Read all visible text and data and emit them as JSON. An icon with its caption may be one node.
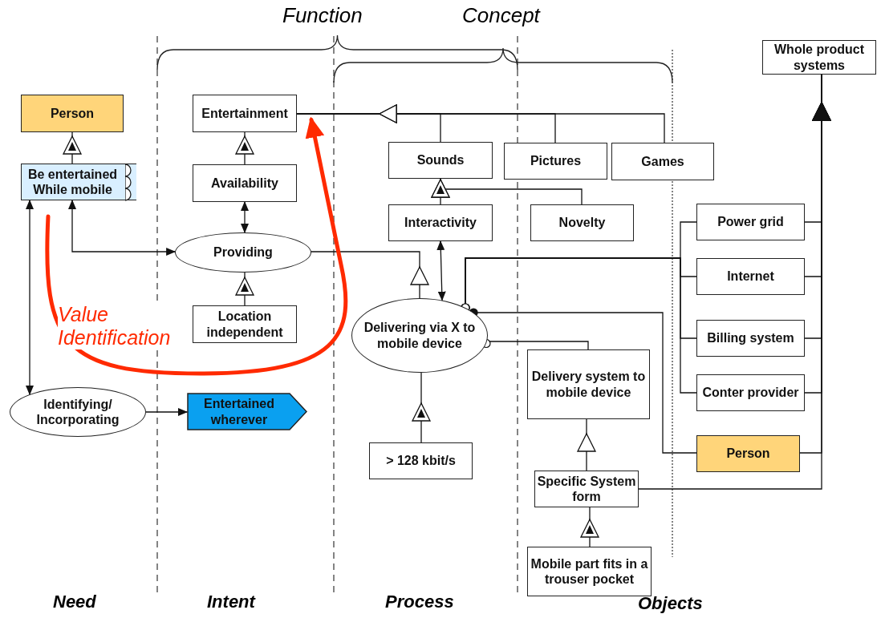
{
  "diagram": {
    "nodes": [
      {
        "text": [
          "Whole product systems"
        ]
      },
      {
        "text": [
          "Person"
        ]
      },
      {
        "text": [
          "Be entertained While mobile"
        ]
      },
      {
        "text": [
          "Entertainment"
        ]
      },
      {
        "text": [
          "Availability"
        ]
      },
      {
        "text": [
          "Providing"
        ]
      },
      {
        "text": [
          "Location independent"
        ]
      },
      {
        "text": [
          "Identifying/ Incorporating"
        ]
      },
      {
        "text": [
          "Entertained wherever"
        ]
      },
      {
        "text": [
          "Sounds"
        ]
      },
      {
        "text": [
          "Pictures"
        ]
      },
      {
        "text": [
          "Games"
        ]
      },
      {
        "text": [
          "Interactivity"
        ]
      },
      {
        "text": [
          "Novelty"
        ]
      },
      {
        "text": [
          "Power grid"
        ]
      },
      {
        "text": [
          "Internet"
        ]
      },
      {
        "text": [
          "Delivering via X to mobile device"
        ]
      },
      {
        "text": [
          "Billing system"
        ]
      },
      {
        "text": [
          "Delivery system to mobile device"
        ]
      },
      {
        "text": [
          "Conter provider"
        ]
      },
      {
        "text": [
          "Person"
        ]
      },
      {
        "text": [
          "> 128 kbit/s"
        ]
      },
      {
        "text": [
          "Specific System form"
        ]
      },
      {
        "text": [
          "Mobile part fits in a trouser pocket"
        ]
      }
    ],
    "edges": [
      {
        "from": 2,
        "to": 1,
        "arrow": "to"
      },
      {
        "from": 4,
        "to": 3,
        "arrow": "to"
      },
      {
        "from": 4,
        "to": 5,
        "arrow": "both"
      },
      {
        "from": 6,
        "to": 5,
        "arrow": "to"
      },
      {
        "from": 2,
        "to": 5,
        "arrow": "both"
      },
      {
        "from": 2,
        "to": 7,
        "arrow": "both"
      },
      {
        "from": 7,
        "to": 8,
        "arrow": "to"
      },
      {
        "from": 9,
        "to": 3,
        "arrow": "to"
      },
      {
        "from": 10,
        "to": 3,
        "arrow": "to"
      },
      {
        "from": 11,
        "to": 3,
        "arrow": "to"
      },
      {
        "from": 12,
        "to": 9,
        "arrow": "to"
      },
      {
        "from": 13,
        "to": 9,
        "arrow": "to"
      },
      {
        "from": 12,
        "to": 16,
        "arrow": "both"
      },
      {
        "from": 16,
        "to": 5,
        "arrow": "to"
      },
      {
        "from": 21,
        "to": 16,
        "arrow": "to"
      },
      {
        "from": 14,
        "to": 16,
        "arrow": "other"
      },
      {
        "from": 15,
        "to": 16,
        "arrow": "other"
      },
      {
        "from": 17,
        "to": 16,
        "arrow": "other"
      },
      {
        "from": 19,
        "to": 16,
        "arrow": "other"
      },
      {
        "from": 20,
        "to": 16,
        "arrow": "other"
      },
      {
        "from": 18,
        "to": 16,
        "arrow": "other"
      },
      {
        "from": 22,
        "to": 18,
        "arrow": "to"
      },
      {
        "from": 23,
        "to": 22,
        "arrow": "to"
      },
      {
        "from": 14,
        "to": 0,
        "arrow": "to"
      },
      {
        "from": 15,
        "to": 0,
        "arrow": "to"
      },
      {
        "from": 17,
        "to": 0,
        "arrow": "to"
      },
      {
        "from": 19,
        "to": 0,
        "arrow": "to"
      },
      {
        "from": 20,
        "to": 0,
        "arrow": "to"
      },
      {
        "from": 22,
        "to": 0,
        "arrow": "to"
      },
      {
        "from": 2,
        "to": 3,
        "arrow": "to",
        "label": "Value Identification",
        "style": "thick",
        "color": "#ff2a00"
      }
    ],
    "labels": [
      "Function",
      "Concept",
      "Need",
      "Intent",
      "Process",
      "Objects"
    ]
  }
}
